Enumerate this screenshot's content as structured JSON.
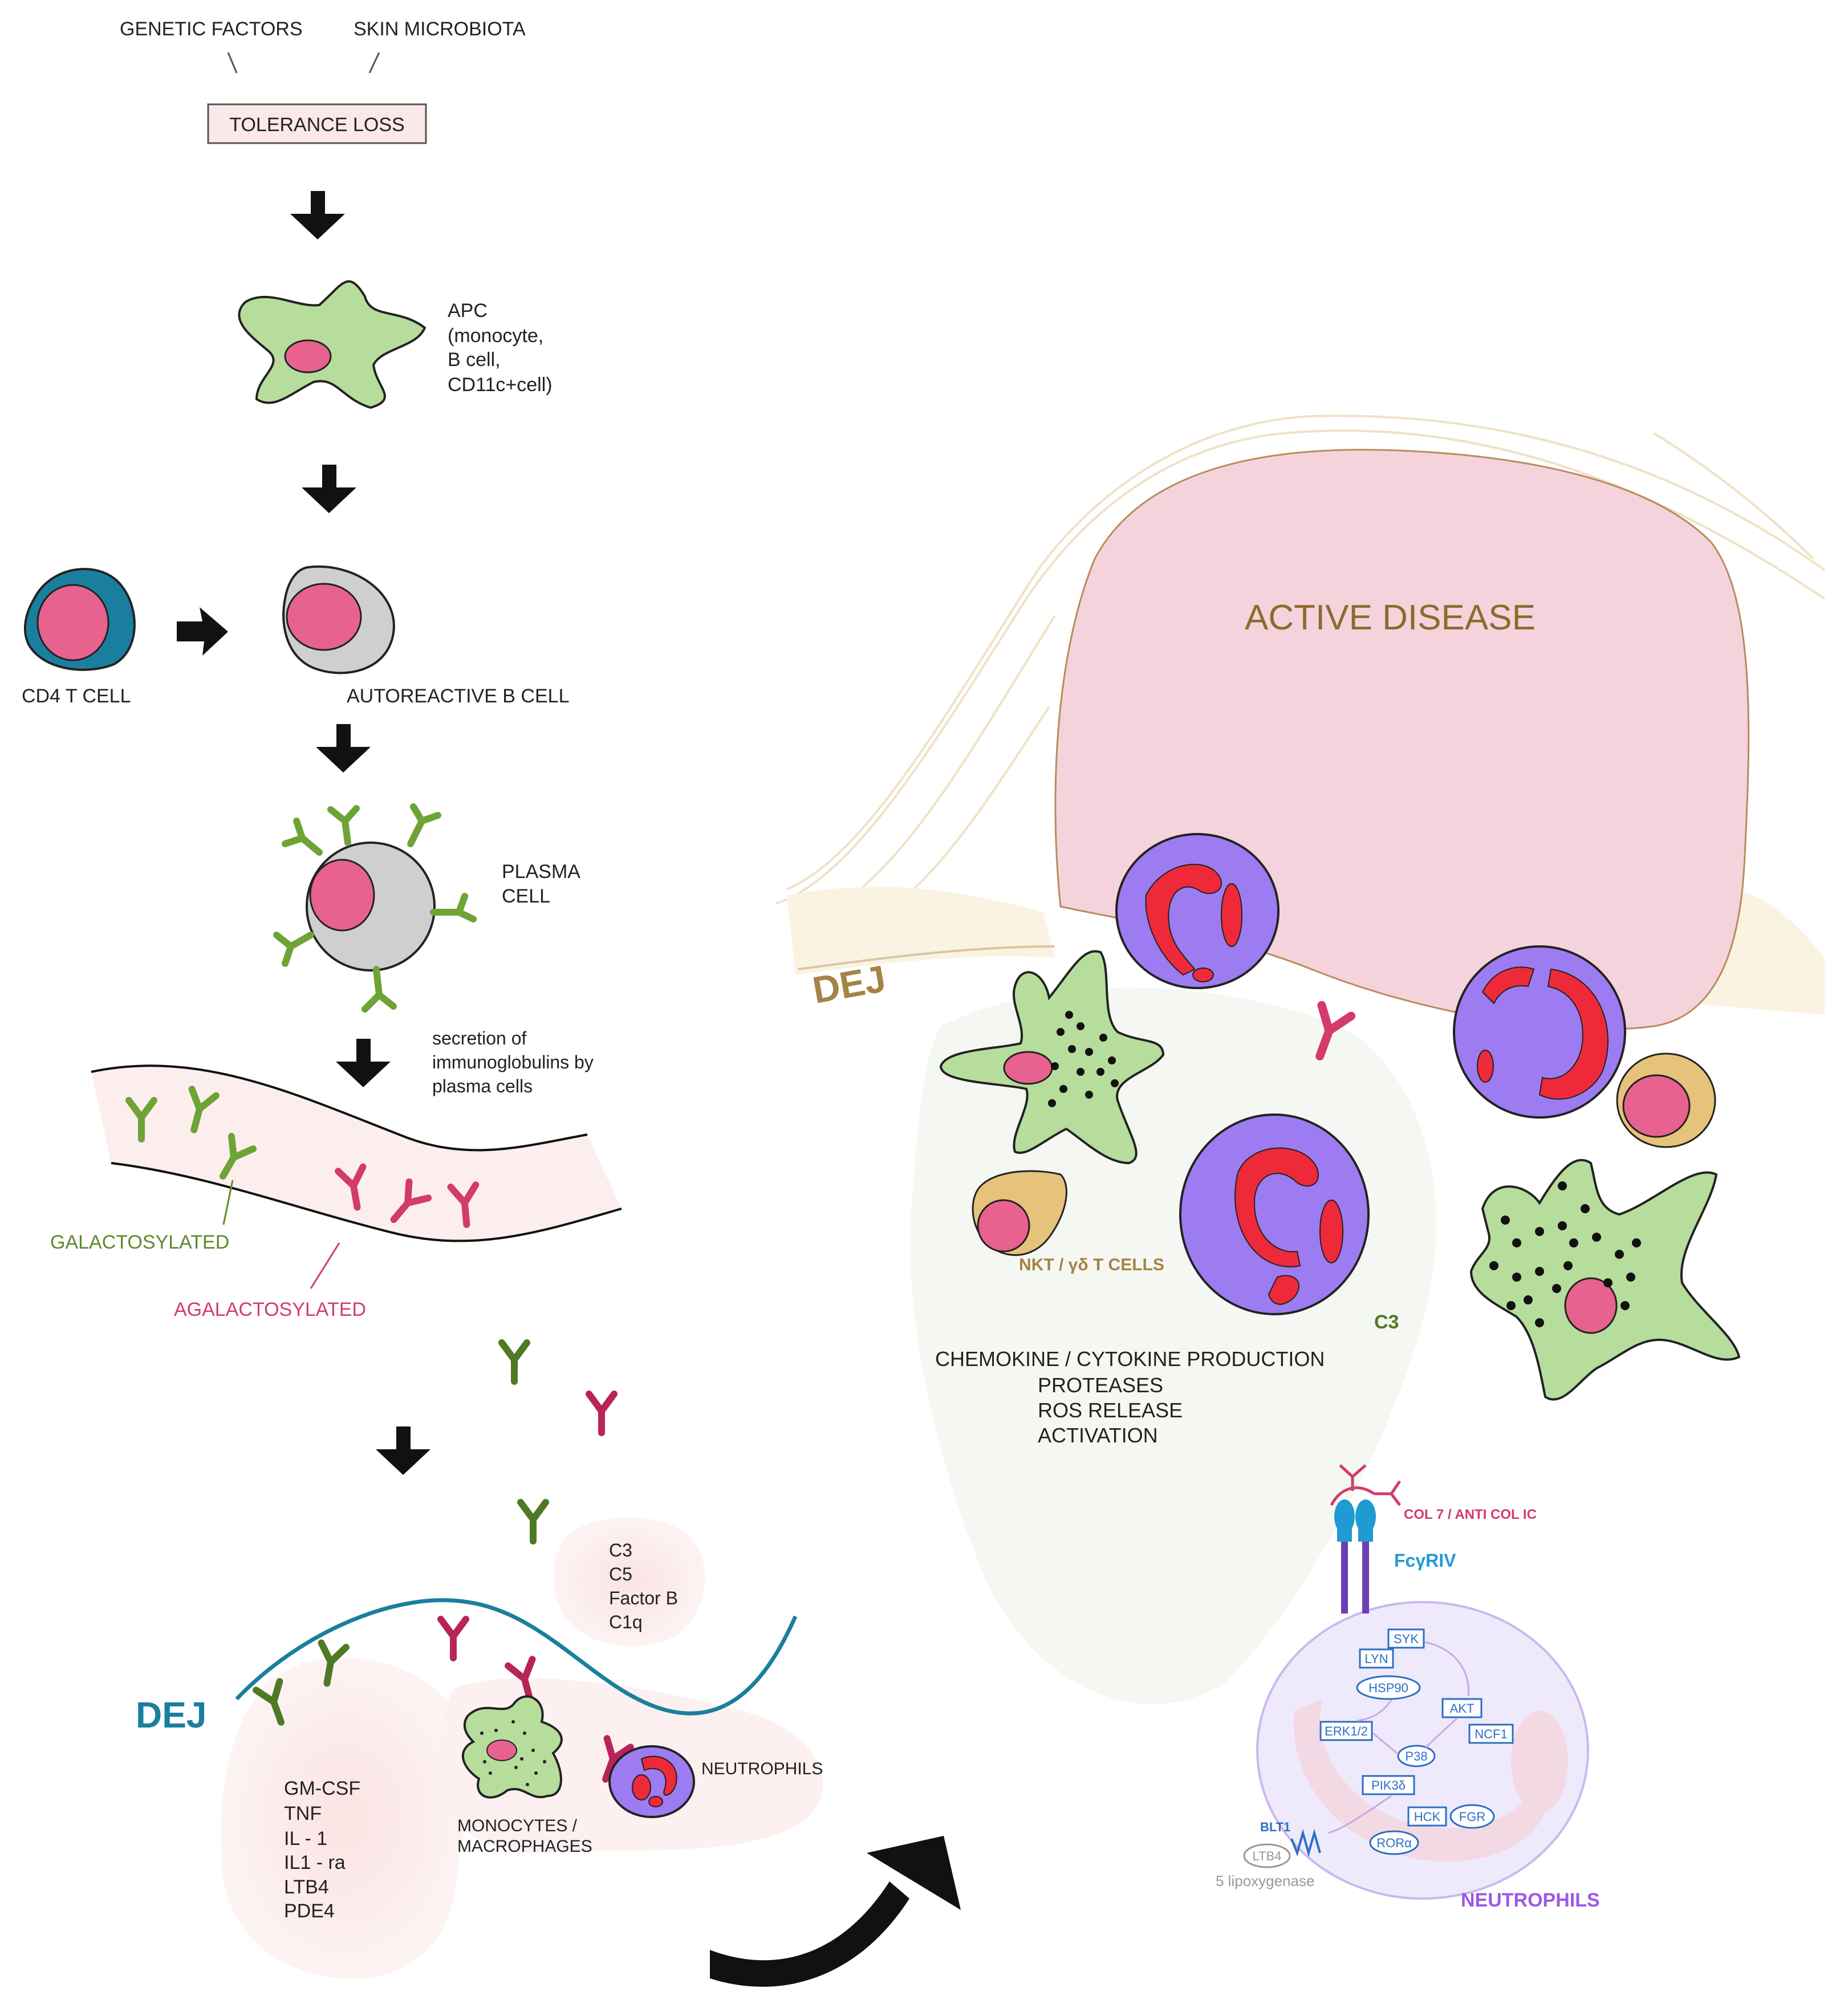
{
  "colors": {
    "green_cell": "#b6dd9c",
    "pink_nucleus": "#e8628f",
    "teal": "#1a7f9e",
    "gray_cell": "#cfcfcf",
    "galactosylated": "#5c8a2c",
    "agalactosylated": "#d23b6c",
    "neutrophil_purple": "#9c7cf0",
    "neutrophil_red": "#ee2a3a",
    "active_disease_pink": "#f5d3dd",
    "brown_label": "#8e6b2b",
    "fcgriv_blue": "#1f9bd1",
    "pathway_blue": "#2d6fc4",
    "neutrophil_label": "#9b59e6"
  },
  "labels": {
    "genetic_factors": "GENETIC FACTORS",
    "skin_microbiota": "SKIN MICROBIOTA",
    "tolerance_loss": "TOLERANCE LOSS",
    "apc": [
      "APC",
      "(monocyte,",
      "B cell,",
      "CD11c+cell)"
    ],
    "cd4_t_cell": "CD4 T CELL",
    "autoreactive_b_cell": "AUTOREACTIVE B CELL",
    "plasma_cell": [
      "PLASMA",
      "CELL"
    ],
    "secretion": [
      "secretion of",
      "immunoglobulins by",
      "plasma cells"
    ],
    "galactosylated": "GALACTOSYLATED",
    "agalactosylated": "AGALACTOSYLATED",
    "complement": [
      "C3",
      "C5",
      "Factor B",
      "C1q"
    ],
    "dej": "DEJ",
    "cytokines": [
      "GM-CSF",
      "TNF",
      "IL - 1",
      "IL1 - ra",
      "LTB4",
      "PDE4"
    ],
    "monocytes_macrophages": [
      "MONOCYTES /",
      "MACROPHAGES"
    ],
    "neutrophils_left": "NEUTROPHILS",
    "active_disease": "ACTIVE DISEASE",
    "dej_right": "DEJ",
    "nkt_cells": "NKT / γδ T CELLS",
    "c3_right": "C3",
    "effects": [
      "CHEMOKINE / CYTOKINE PRODUCTION",
      "PROTEASES",
      "ROS RELEASE",
      "ACTIVATION"
    ],
    "col7": "COL 7 / ANTI COL IC",
    "fcgriv": "FcγRIV",
    "pathway": {
      "syk": "SYK",
      "lyn": "LYN",
      "hsp90": "HSP90",
      "akt": "AKT",
      "ncf1": "NCF1",
      "erk": "ERK1/2",
      "p38": "P38",
      "pik3": "PIK3δ",
      "hck": "HCK",
      "fgr": "FGR",
      "ror": "RORα"
    },
    "blt1": "BLT1",
    "ltb4": "LTB4",
    "lipoxygenase": "5 lipoxygenase",
    "neutrophils_right": "NEUTROPHILS"
  }
}
